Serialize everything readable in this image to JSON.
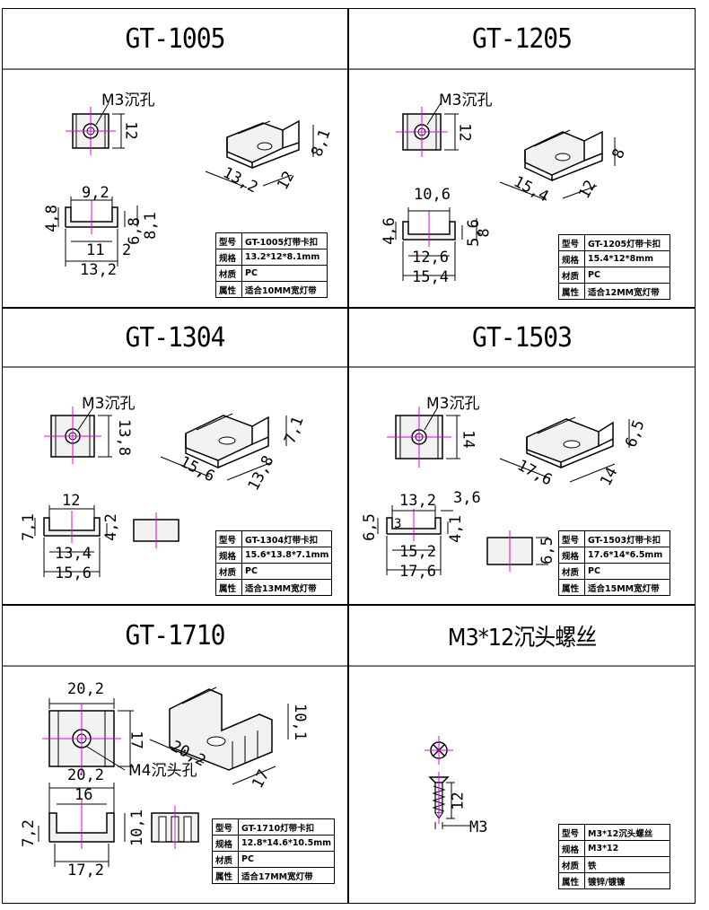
{
  "panels": [
    {
      "title": "GT-1005",
      "hole_label": "M3沉孔",
      "dims": {
        "top_h": "12",
        "iso_a": "13,2",
        "iso_b": "12",
        "iso_c": "8,1",
        "inner_w": "9,2",
        "h_left": "4,8",
        "h_mid": "6,8",
        "h_right": "8,1",
        "bot_inner": "11",
        "bot_t": "2",
        "bot_outer": "13,2"
      },
      "spec": [
        [
          "型号",
          "GT-1005灯带卡扣"
        ],
        [
          "规格",
          "13.2*12*8.1mm"
        ],
        [
          "材质",
          "PC"
        ],
        [
          "属性",
          "适合10MM宽灯带"
        ]
      ]
    },
    {
      "title": "GT-1205",
      "hole_label": "M3沉孔",
      "dims": {
        "top_h": "12",
        "iso_a": "15,4",
        "iso_b": "12",
        "iso_c": "8",
        "inner_w": "10,6",
        "h_left": "4,6",
        "h_mid": "5,6",
        "h_right": "8",
        "bot_inner": "12,6",
        "bot_outer": "15,4"
      },
      "spec": [
        [
          "型号",
          "GT-1205灯带卡扣"
        ],
        [
          "规格",
          "15.4*12*8mm"
        ],
        [
          "材质",
          "PC"
        ],
        [
          "属性",
          "适合12MM宽灯带"
        ]
      ]
    },
    {
      "title": "GT-1304",
      "hole_label": "M3沉孔",
      "dims": {
        "top_h": "13,8",
        "iso_a": "15,6",
        "iso_b": "13,8",
        "iso_c": "7,1",
        "inner_w": "12",
        "h_left": "7,1",
        "h_mid": "4,2",
        "bot_inner": "13,4",
        "bot_outer": "15,6"
      },
      "spec": [
        [
          "型号",
          "GT-1304灯带卡扣"
        ],
        [
          "规格",
          "15.6*13.8*7.1mm"
        ],
        [
          "材质",
          "PC"
        ],
        [
          "属性",
          "适合13MM宽灯带"
        ]
      ]
    },
    {
      "title": "GT-1503",
      "hole_label": "M3沉孔",
      "dims": {
        "top_h": "14",
        "iso_a": "17,6",
        "iso_b": "14",
        "iso_c": "6,5",
        "inner_w": "13,2",
        "wall": "3,6",
        "h_left": "6,5",
        "h_in": "3",
        "h_mid": "4,1",
        "bot_inner": "15,2",
        "bot_outer": "17,6",
        "side_h": "6,5"
      },
      "spec": [
        [
          "型号",
          "GT-1503灯带卡扣"
        ],
        [
          "规格",
          "17.6*14*6.5mm"
        ],
        [
          "材质",
          "PC"
        ],
        [
          "属性",
          "适合15MM宽灯带"
        ]
      ]
    },
    {
      "title": "GT-1710",
      "hole_label": "M4沉头孔",
      "dims": {
        "top_w": "20,2",
        "top_h": "17",
        "iso_a": "20,2",
        "iso_b": "17",
        "iso_c": "10,1",
        "outer_w": "20,2",
        "inner_w": "16",
        "h_left": "7,2",
        "h_right": "10,1",
        "bot_inner": "17,2"
      },
      "spec": [
        [
          "型号",
          "GT-1710灯带卡扣"
        ],
        [
          "规格",
          "12.8*14.6*10.5mm"
        ],
        [
          "材质",
          "PC"
        ],
        [
          "属性",
          "适合17MM宽灯带"
        ]
      ]
    },
    {
      "title": "M3*12沉头螺丝",
      "dims": {
        "len": "12",
        "size": "M3"
      },
      "spec": [
        [
          "型号",
          "M3*12沉头螺丝"
        ],
        [
          "规格",
          "M3*12"
        ],
        [
          "材质",
          "铁"
        ],
        [
          "属性",
          "镀锌/镀镍"
        ]
      ]
    }
  ],
  "colors": {
    "axis": "#e600e6",
    "line": "#000000",
    "part": "#f2f2f2"
  }
}
